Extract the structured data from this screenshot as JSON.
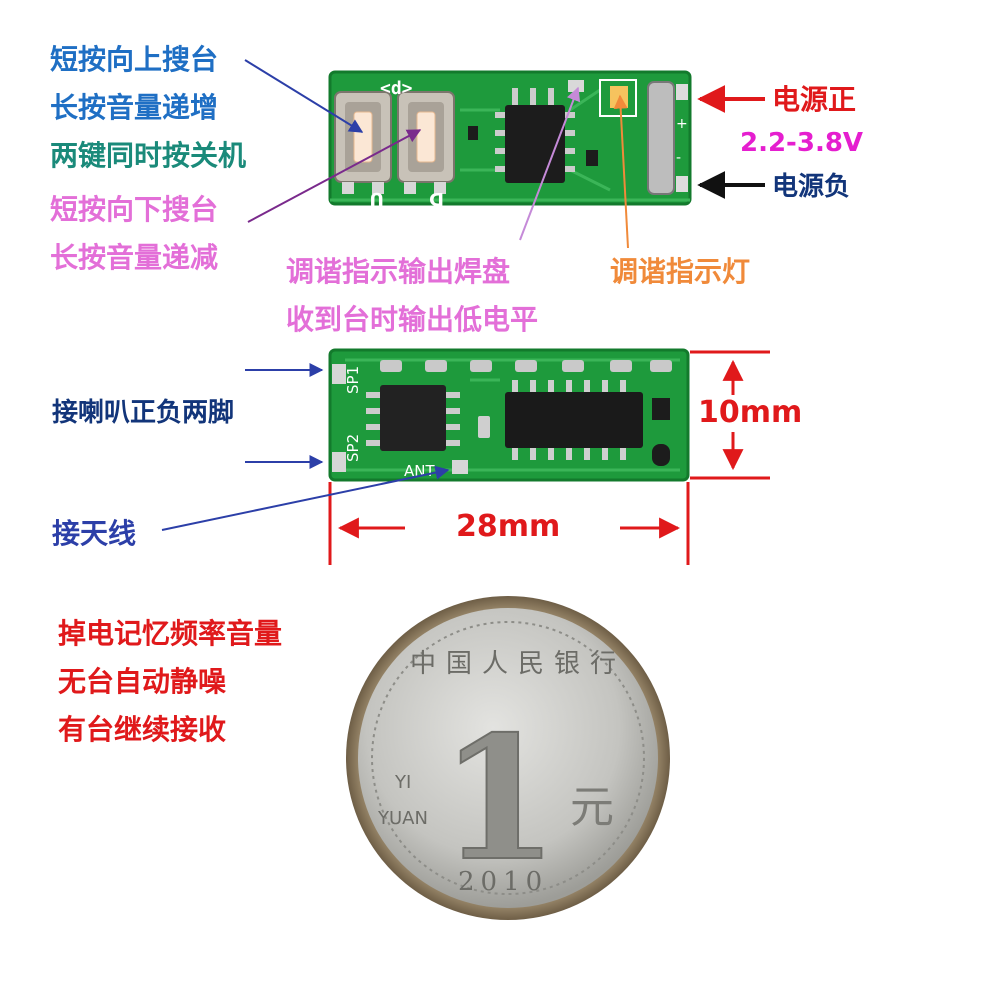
{
  "labels": {
    "up_short": "短按向上搜台",
    "up_long": "长按音量递增",
    "both_keys": "两键同时按关机",
    "down_short": "短按向下搜台",
    "down_long": "长按音量递减",
    "tune_pad_1": "调谐指示输出焊盘",
    "tune_pad_2": "收到台时输出低电平",
    "tune_led": "调谐指示灯",
    "power_pos": "电源正",
    "voltage": "2.2-3.8V",
    "power_neg": "电源负",
    "speaker": "接喇叭正负两脚",
    "antenna": "接天线",
    "height_dim": "10mm",
    "width_dim": "28mm",
    "feature_1": "掉电记忆频率音量",
    "feature_2": "无台自动静噪",
    "feature_3": "有台继续接收"
  },
  "pcb": {
    "top_board_markings": [
      "<d>",
      "U",
      "D",
      "+",
      "-"
    ],
    "bottom_board_markings": [
      "SP1",
      "SP2",
      "ANT"
    ]
  },
  "coin": {
    "denomination": "1",
    "unit": "元",
    "pinyin_1": "YI",
    "pinyin_2": "YUAN",
    "year": "2010",
    "issuer": "中国人民银行"
  },
  "colors": {
    "pcb_green": "#1e9a3c",
    "red": "#e0191b",
    "blue": "#1f6fc4",
    "pink": "#e36fd8",
    "orange": "#f08a3a"
  }
}
